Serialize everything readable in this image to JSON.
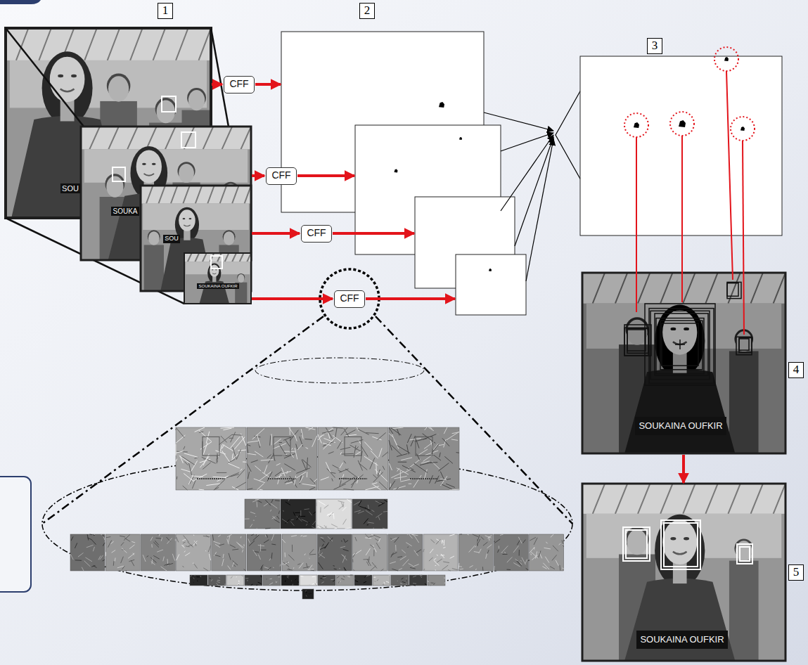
{
  "diagram": {
    "nodes": [
      {
        "text": [
          "1"
        ]
      },
      {
        "text": [
          "2"
        ]
      },
      {
        "text": [
          "3"
        ]
      },
      {
        "text": [
          "CFF"
        ]
      },
      {
        "text": [
          "CFF"
        ]
      },
      {
        "text": [
          "CFF"
        ]
      },
      {
        "text": [
          "CFF"
        ]
      },
      {
        "text": [
          "4"
        ]
      },
      {
        "text": [
          "5"
        ]
      }
    ],
    "labels": [
      "SOU",
      "SOUKA",
      "SOU",
      "SOUKAINA OUFKIR",
      "SOUKAINA OUFKIR",
      "SOUKAINA OUFKIR"
    ]
  }
}
